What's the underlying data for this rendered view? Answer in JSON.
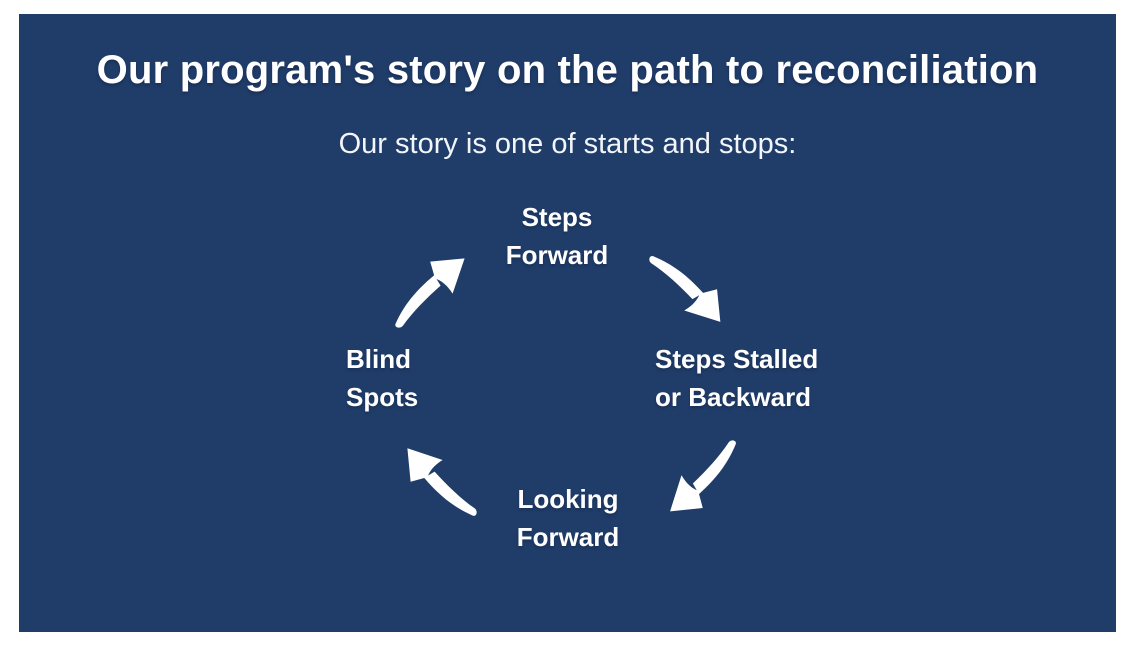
{
  "slide": {
    "title": "Our program's story on the path to reconciliation",
    "subtitle": "Our story is one of starts and stops:",
    "background_color": "#203d6a",
    "border_color": "#ffffff",
    "text_color": "#ffffff"
  },
  "cycle": {
    "flow": "clockwise",
    "nodes": [
      {
        "id": "steps-forward",
        "position": "top",
        "line1": "Steps",
        "line2": "Forward"
      },
      {
        "id": "steps-stalled-or-backward",
        "position": "right",
        "line1": "Steps Stalled",
        "line2": "or Backward"
      },
      {
        "id": "looking-forward",
        "position": "bottom",
        "line1": "Looking",
        "line2": "Forward"
      },
      {
        "id": "blind-spots",
        "position": "left",
        "line1": "Blind",
        "line2": "Spots"
      }
    ],
    "arrows": [
      {
        "id": "blind-spots-to-steps-forward",
        "direction": "up-right"
      },
      {
        "id": "steps-forward-to-steps-stalled",
        "direction": "down-right"
      },
      {
        "id": "steps-stalled-to-looking-forward",
        "direction": "down-left"
      },
      {
        "id": "looking-forward-to-blind-spots",
        "direction": "up-left"
      }
    ],
    "arrow_color": "#ffffff",
    "arrow_style": "hand-drawn curved swoosh"
  }
}
